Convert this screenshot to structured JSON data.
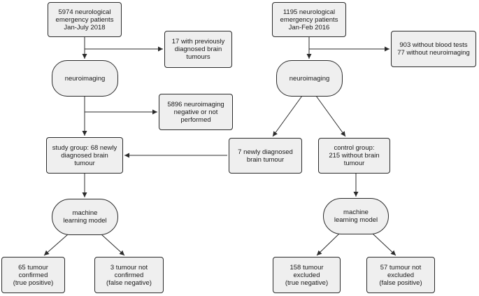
{
  "nodes": {
    "left_start": "5974 neurological\nemergency patients\nJan-July 2018",
    "left_excluded": "17 with previously\ndiagnosed brain\ntumours",
    "left_neuroimaging": "neuroimaging",
    "left_negative": "5896 neuroimaging\nnegative or not\nperformed",
    "study_group": "study group: 68 newly\ndiagnosed brain\ntumour",
    "left_ml": "machine\nlearning model",
    "true_positive": "65 tumour\nconfirmed\n(true positive)",
    "false_negative": "3 tumour not\nconfirmed\n(false negative)",
    "right_start": "1195 neurological\nemergency patients\nJan-Feb 2016",
    "right_excluded": "903 without blood tests\n77 without neuroimaging",
    "right_neuroimaging": "neuroimaging",
    "newly_diagnosed": "7 newly diagnosed\nbrain tumour",
    "control_group": "control group:\n215 without brain\ntumour",
    "right_ml": "machine\nlearning model",
    "true_negative": "158 tumour\nexcluded\n(true negative)",
    "false_positive": "57 tumour not\nexcluded\n(false positive)"
  },
  "colors": {
    "node_fill": "#efefef",
    "stroke": "#2b2b2b"
  }
}
